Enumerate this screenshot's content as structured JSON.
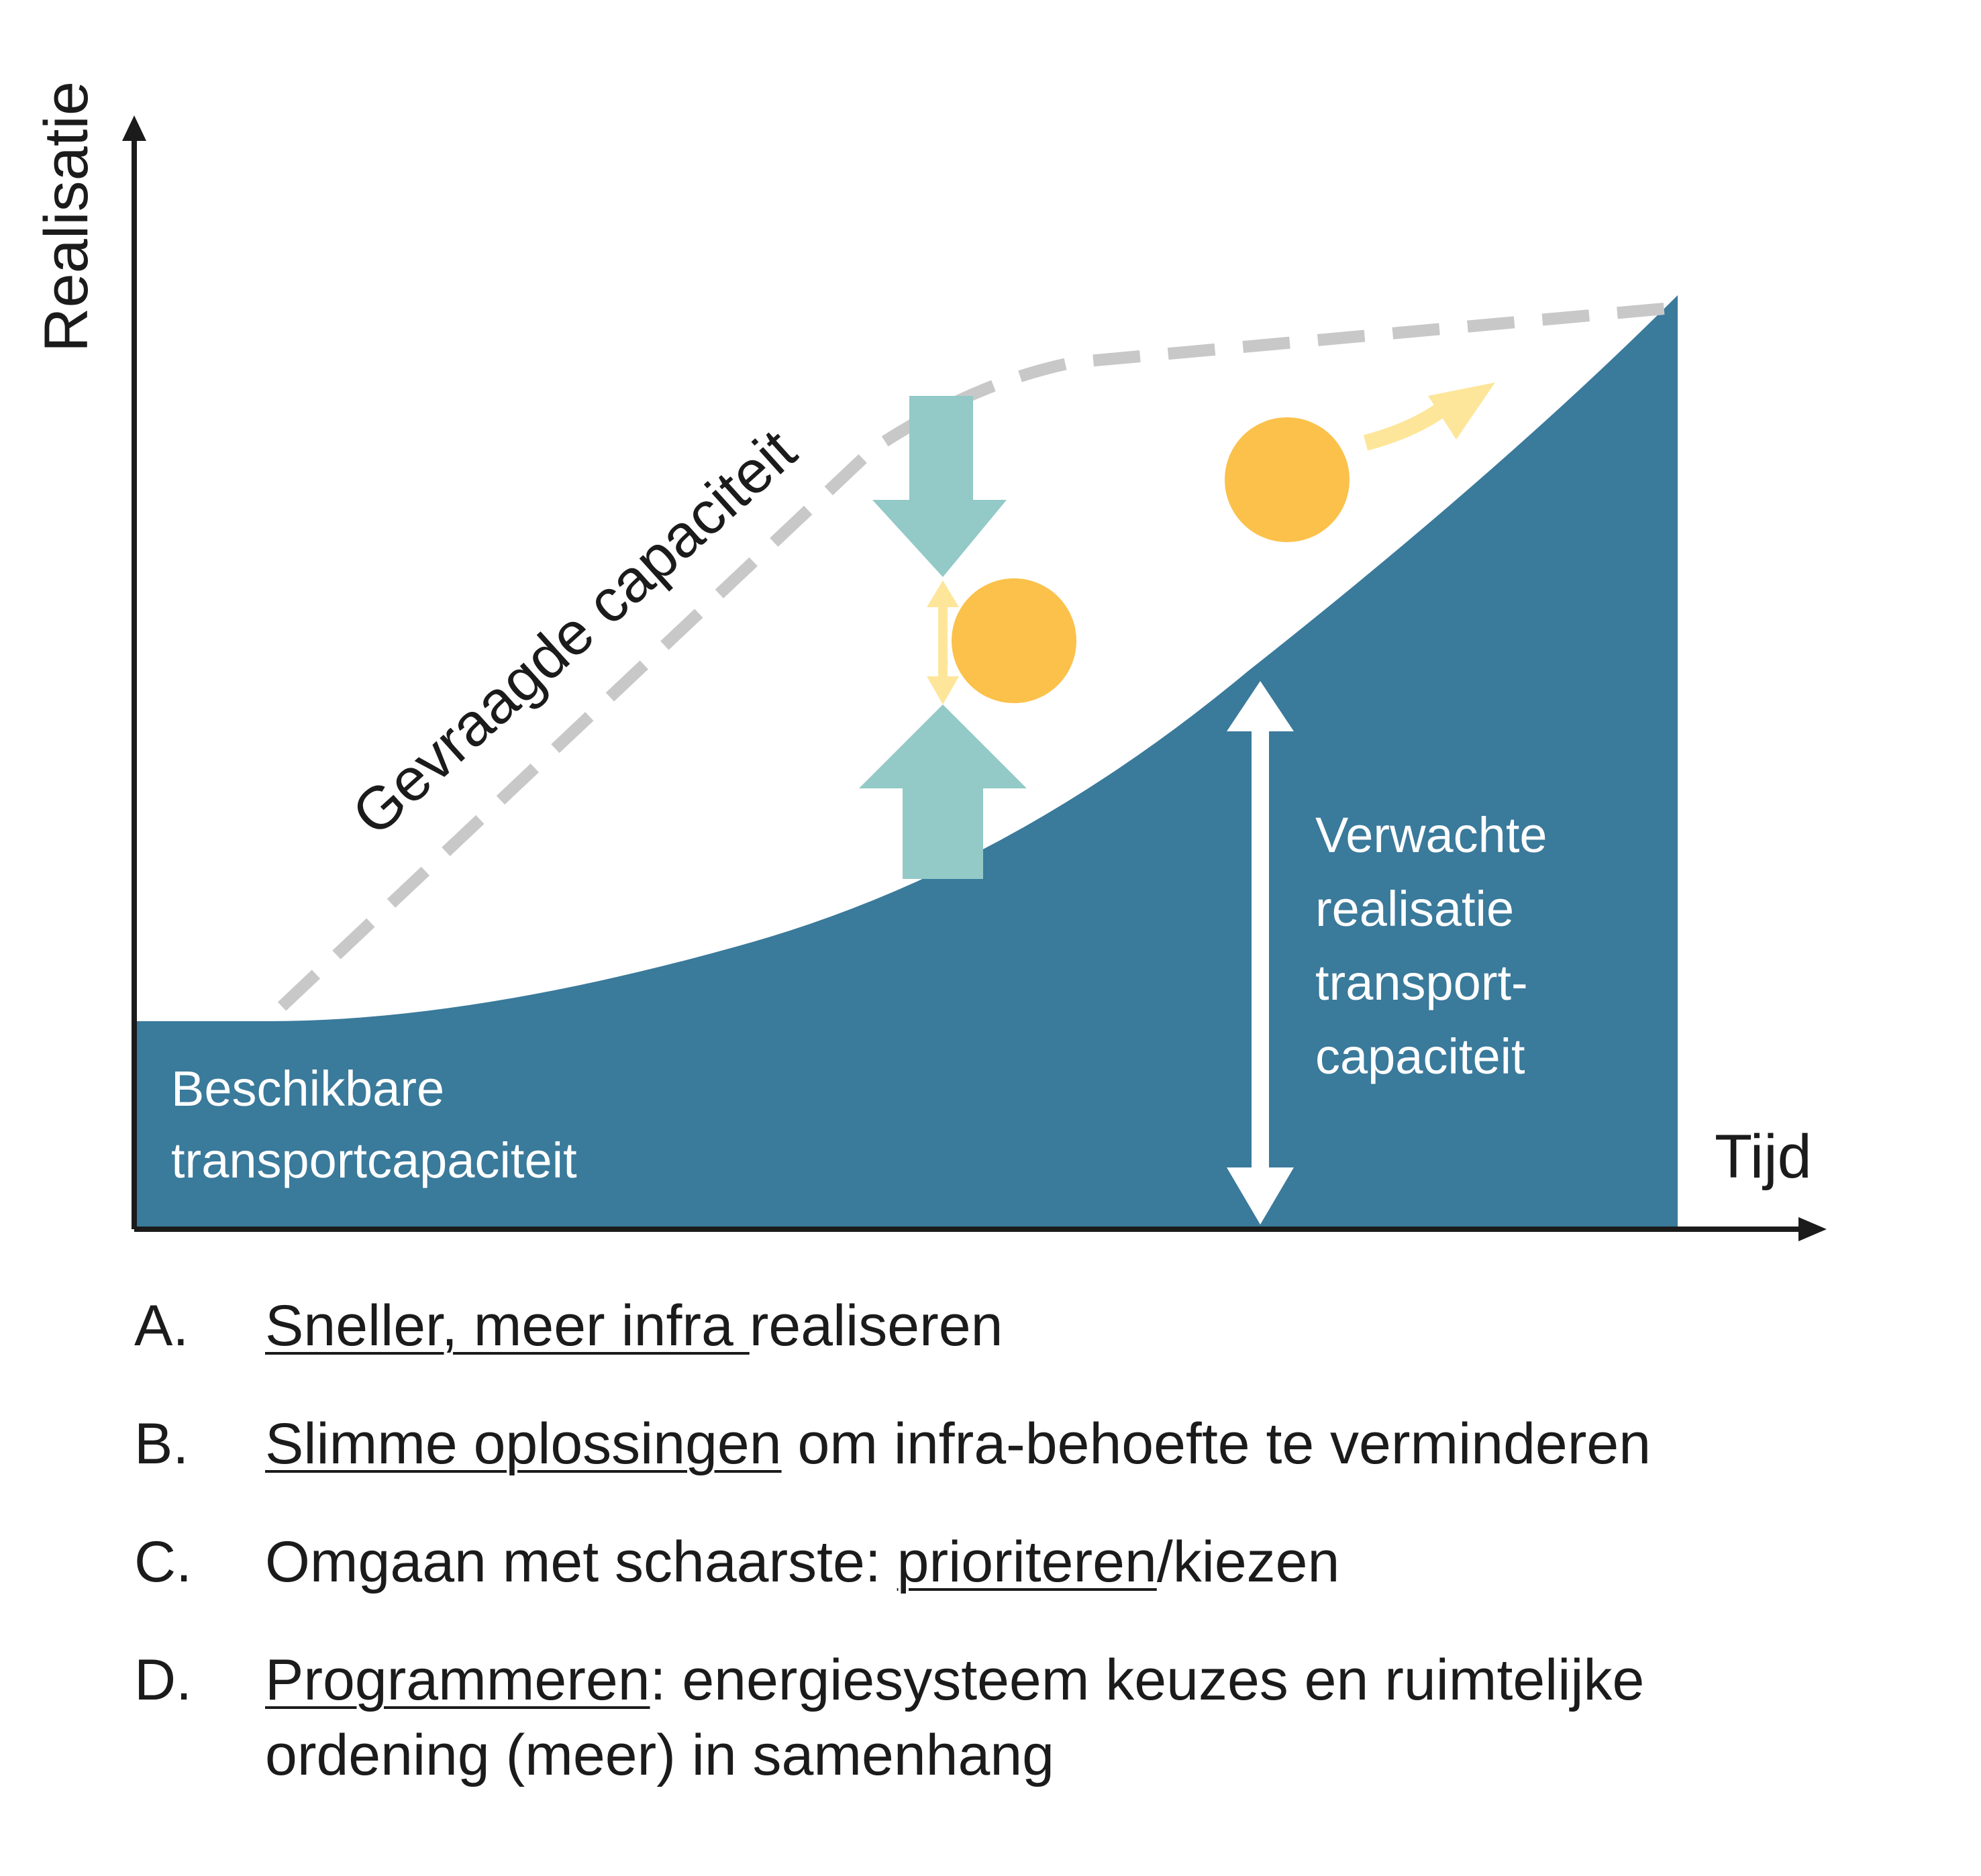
{
  "diagram": {
    "y_axis_label": "Realisatie",
    "x_axis_label": "Tijd",
    "demand_curve_label": "Gevraagde capaciteit",
    "available_label_lines": [
      "Beschikbare",
      "transportcapaciteit"
    ],
    "expected_label_lines": [
      "Verwachte",
      "realisatie",
      "transport-",
      "capaciteit"
    ],
    "colors": {
      "area": "#3a7a9b",
      "demand_line": "#c8c8c8",
      "teal_arrow": "#93c9c6",
      "circle": "#fbc14a",
      "yellow_arrow": "#fde69a",
      "axis": "#1b1b1b"
    }
  },
  "options": [
    {
      "letter": "A.",
      "underlined": "Sneller, meer infra ",
      "rest": "realiseren"
    },
    {
      "letter": "B.",
      "underlined": "Slimme oplossingen",
      "rest": " om infra-behoefte te verminderen"
    },
    {
      "letter": "C.",
      "prefix": "Omgaan met schaarste: ",
      "underlined": "prioriteren",
      "rest": "/kiezen"
    },
    {
      "letter": "D.",
      "underlined": "Programmeren",
      "rest": ": energiesysteem keuzes en ruimtelijke",
      "line2": "ordening (meer) in samenhang"
    }
  ]
}
